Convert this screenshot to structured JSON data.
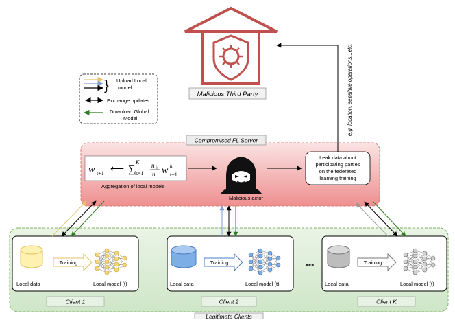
{
  "third_party": {
    "label": "Malicious Third Party"
  },
  "legend": {
    "upload": "Upload Local",
    "upload2": "model",
    "exchange": "Exchange updates",
    "download": "Download Global",
    "download2": "Model"
  },
  "side_note": "e.g. location, sensitive operations...etc.",
  "server": {
    "label": "Compromised FL Server",
    "formula_caption": "Aggregation of local models",
    "actor_label": "Malicious actor",
    "leak_box": [
      "Leak data about",
      "participating parties",
      "on the federated",
      "learning training"
    ]
  },
  "clients": [
    {
      "name": "Client 1",
      "data_label": "Local data",
      "training_label": "Training",
      "model_label": "Local model (t)"
    },
    {
      "name": "Client 2",
      "data_label": "Local data",
      "training_label": "Training",
      "model_label": "Local model (t)"
    },
    {
      "name": "Client K",
      "data_label": "Local data",
      "training_label": "Training",
      "model_label": "Local model (t)"
    }
  ],
  "ellipsis": "•••",
  "group_label": "Legitimate Clients",
  "colors": {
    "server_fill": "#f3a3a3",
    "server_stroke": "#e07a7a",
    "client_area_fill": "#d5e8d4",
    "client_area_stroke": "#82b366",
    "house": "#c0504d",
    "upload_arrow": "#e6c06a",
    "upload_arrow_2": "#7f9fd0",
    "download_arrow": "#2e7d1f",
    "exchange_arrow": "#000000",
    "db_yellow": "#fff2b0",
    "db_blue": "#7eaee6",
    "db_gray": "#bdbdbd"
  }
}
